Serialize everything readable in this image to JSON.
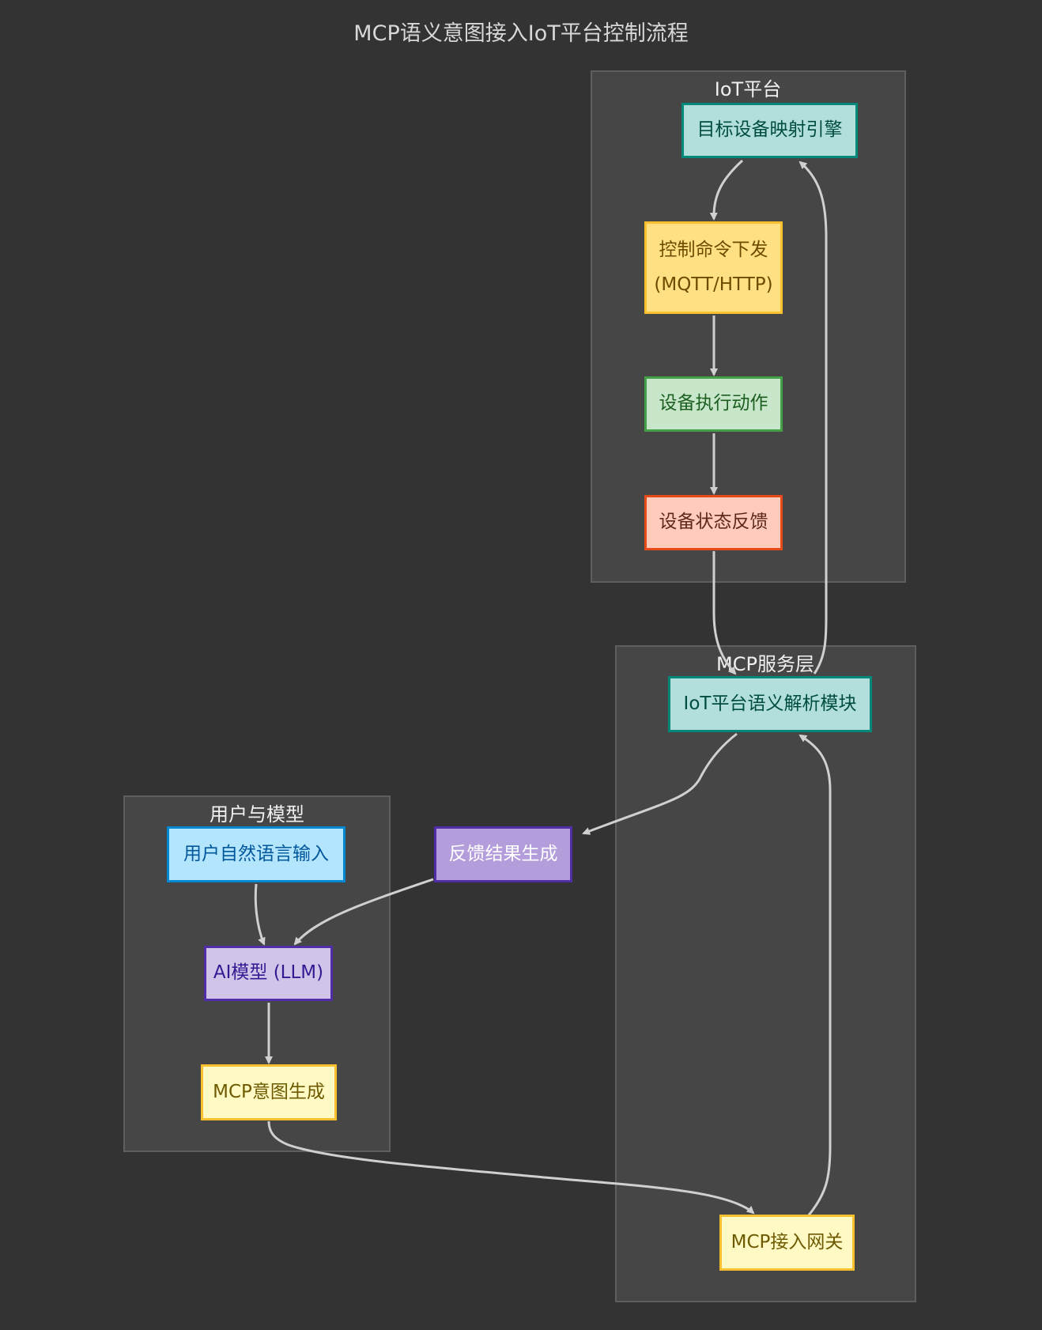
{
  "title": "MCP语义意图接入IoT平台控制流程",
  "colors": {
    "background": "#333333",
    "cluster_fill": "#464646",
    "edge": "#d0d0d0"
  },
  "clusters": {
    "iot": "IoT平台",
    "mcp": "MCP服务层",
    "user": "用户与模型"
  },
  "nodes": {
    "target_mapping": "目标设备映射引擎",
    "control_cmd_line1": "控制命令下发",
    "control_cmd_line2": "(MQTT/HTTP)",
    "device_exec": "设备执行动作",
    "device_feedback": "设备状态反馈",
    "iot_semantic": "IoT平台语义解析模块",
    "feedback_gen": "反馈结果生成",
    "user_input": "用户自然语言输入",
    "ai_model": "AI模型 (LLM)",
    "mcp_intent": "MCP意图生成",
    "mcp_gateway": "MCP接入网关"
  }
}
